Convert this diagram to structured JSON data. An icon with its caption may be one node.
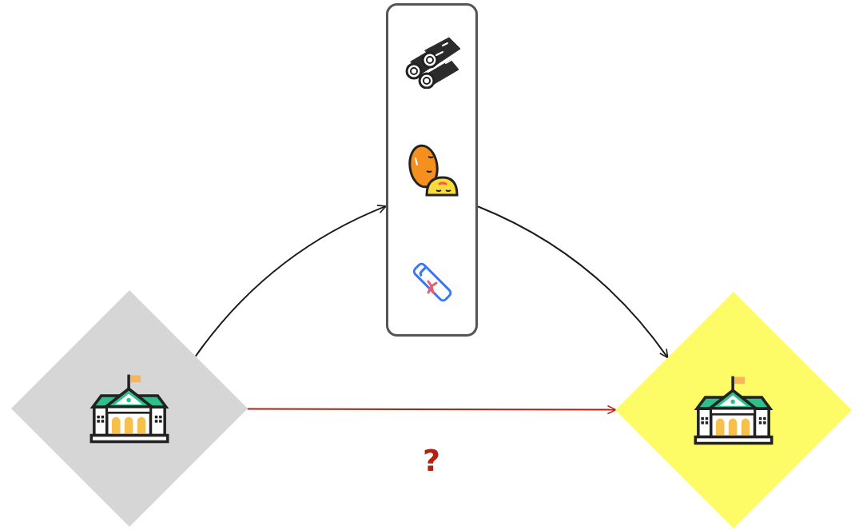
{
  "diagram": {
    "nodes": [
      {
        "text": [],
        "shape": "diamond"
      },
      {
        "text": [],
        "shape": "box"
      },
      {
        "text": [],
        "shape": "diamond"
      }
    ],
    "edges": [
      {
        "from": 0,
        "to": 1,
        "arrow": "to"
      },
      {
        "from": 1,
        "to": 2,
        "arrow": "to"
      },
      {
        "from": 0,
        "to": 2,
        "arrow": "to",
        "label": "?",
        "color": "#b22212"
      }
    ]
  }
}
